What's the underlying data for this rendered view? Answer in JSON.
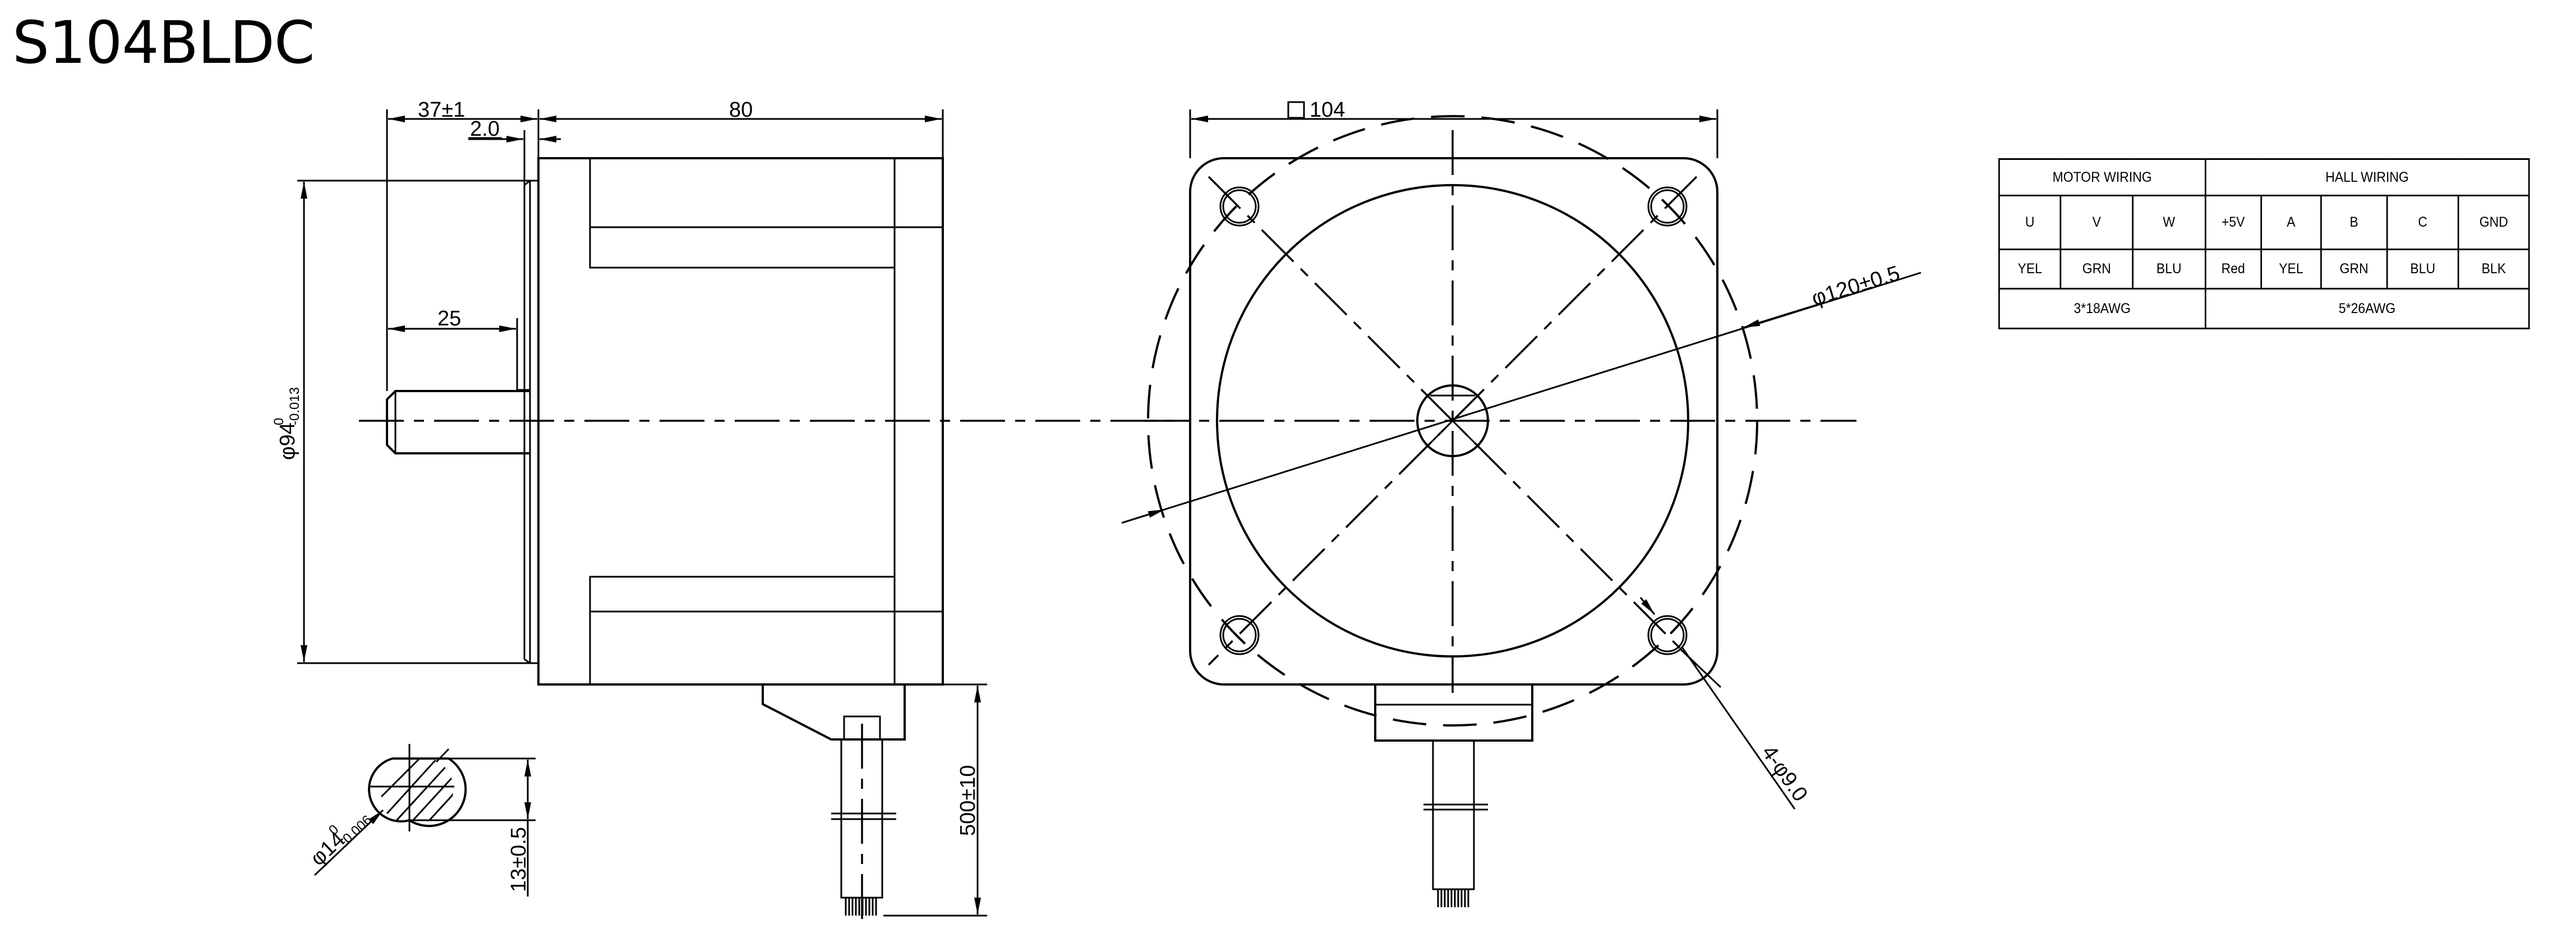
{
  "title": "S104BLDC",
  "side_view": {
    "dims": {
      "shaft_ext": "37±1",
      "flange": "2.0",
      "body_length": "80",
      "key_length": "25",
      "pilot_diameter": "φ94",
      "pilot_tol_upper": "0",
      "pilot_tol_lower": "-0.013"
    }
  },
  "shaft_section": {
    "dims": {
      "shaft_diameter": "φ14",
      "shaft_tol_upper": "0",
      "shaft_tol_lower": "-0.006",
      "flat_height": "13±0.5"
    }
  },
  "cable": {
    "dims": {
      "lead_length": "500±10"
    }
  },
  "front_view": {
    "dims": {
      "square": "104",
      "bolt_circle": "φ120±0.5",
      "mount_holes": "4-φ9.0"
    }
  },
  "wiring_table": {
    "motor_header": "MOTOR WIRING",
    "hall_header": "HALL WIRING",
    "motor_signals": [
      "U",
      "V",
      "W"
    ],
    "hall_signals": [
      "+5V",
      "A",
      "B",
      "C",
      "GND"
    ],
    "motor_colors": [
      "YEL",
      "GRN",
      "BLU"
    ],
    "hall_colors": [
      "Red",
      "YEL",
      "GRN",
      "BLU",
      "BLK"
    ],
    "motor_gauge": "3*18AWG",
    "hall_gauge": "5*26AWG"
  }
}
